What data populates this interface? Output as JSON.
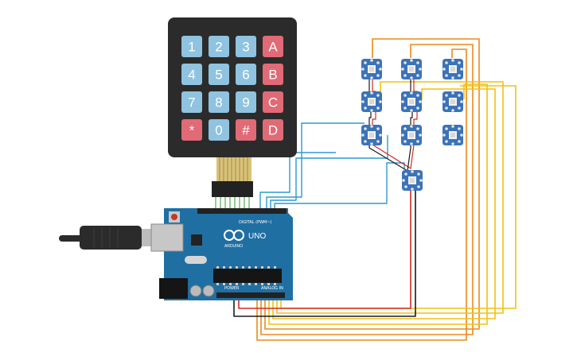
{
  "keypad": {
    "keys": [
      {
        "label": "1",
        "kind": "num"
      },
      {
        "label": "2",
        "kind": "num"
      },
      {
        "label": "3",
        "kind": "num"
      },
      {
        "label": "A",
        "kind": "letter"
      },
      {
        "label": "4",
        "kind": "num"
      },
      {
        "label": "5",
        "kind": "num"
      },
      {
        "label": "6",
        "kind": "num"
      },
      {
        "label": "B",
        "kind": "letter"
      },
      {
        "label": "7",
        "kind": "num"
      },
      {
        "label": "8",
        "kind": "num"
      },
      {
        "label": "9",
        "kind": "num"
      },
      {
        "label": "C",
        "kind": "letter"
      },
      {
        "label": "*",
        "kind": "sym"
      },
      {
        "label": "0",
        "kind": "num"
      },
      {
        "label": "#",
        "kind": "sym"
      },
      {
        "label": "D",
        "kind": "letter"
      }
    ],
    "colors": {
      "body": "#2b2b2b",
      "num": "#8fc3e0",
      "letter": "#e06a76",
      "sym": "#e06a76"
    }
  },
  "arduino": {
    "brand": "ARDUINO",
    "model": "UNO",
    "digital_label": "DIGITAL (PWM~)",
    "power_label": "POWER",
    "analog_label": "ANALOG IN",
    "board_color": "#1f6fa3"
  },
  "neopixels": {
    "rows": 3,
    "cols": 3,
    "extra": 1,
    "color": "#3b73b9"
  },
  "wire_colors": {
    "orange": "#e98a1c",
    "yellow": "#f2c012",
    "blue": "#2a9ad0",
    "red": "#d42a2a",
    "black": "#1a1a1a",
    "green": "#4caf50"
  }
}
